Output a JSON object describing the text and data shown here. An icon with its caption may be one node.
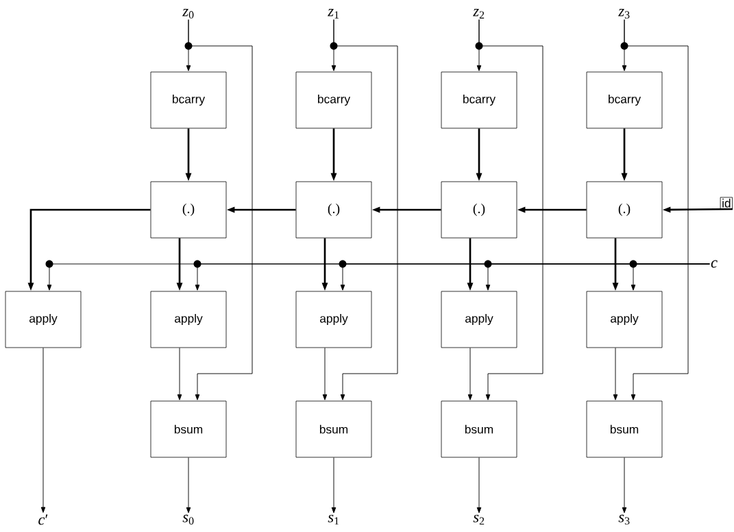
{
  "diagram": {
    "nodes": [
      {
        "text": [
          "*z*$_{0}$"
        ]
      },
      {
        "text": [
          "*z*$_{1}$"
        ]
      },
      {
        "text": [
          "*z*$_{2}$"
        ]
      },
      {
        "text": [
          "*z*$_{3}$"
        ]
      },
      {
        "text": [
          "bcarry"
        ]
      },
      {
        "text": [
          "bcarry"
        ]
      },
      {
        "text": [
          "bcarry"
        ]
      },
      {
        "text": [
          "bcarry"
        ]
      },
      {
        "text": [
          "(.)"
        ]
      },
      {
        "text": [
          "(.)"
        ]
      },
      {
        "text": [
          "(.)"
        ]
      },
      {
        "text": [
          "(.)"
        ]
      },
      {
        "text": [
          "id"
        ]
      },
      {
        "text": [
          "c"
        ]
      },
      {
        "text": [
          "apply"
        ]
      },
      {
        "text": [
          "apply"
        ]
      },
      {
        "text": [
          "apply"
        ]
      },
      {
        "text": [
          "apply"
        ]
      },
      {
        "text": [
          "apply"
        ]
      },
      {
        "text": [
          "bsum"
        ]
      },
      {
        "text": [
          "bsum"
        ]
      },
      {
        "text": [
          "bsum"
        ]
      },
      {
        "text": [
          "bsum"
        ]
      },
      {
        "text": [
          "*c*′"
        ]
      },
      {
        "text": [
          "*s*$_{0}$"
        ]
      },
      {
        "text": [
          "*s*$_{1}$"
        ]
      },
      {
        "text": [
          "*s*$_{2}$"
        ]
      },
      {
        "text": [
          "*s*$_{3}$"
        ]
      }
    ],
    "edges": [
      {
        "from": 0,
        "to": 4,
        "arrow": "to"
      },
      {
        "from": 1,
        "to": 5,
        "arrow": "to"
      },
      {
        "from": 2,
        "to": 6,
        "arrow": "to"
      },
      {
        "from": 3,
        "to": 7,
        "arrow": "to"
      },
      {
        "from": 0,
        "to": 19,
        "arrow": "to"
      },
      {
        "from": 1,
        "to": 20,
        "arrow": "to"
      },
      {
        "from": 2,
        "to": 21,
        "arrow": "to"
      },
      {
        "from": 3,
        "to": 22,
        "arrow": "to"
      },
      {
        "from": 4,
        "to": 8,
        "arrow": "to",
        "style": "thick"
      },
      {
        "from": 5,
        "to": 9,
        "arrow": "to",
        "style": "thick"
      },
      {
        "from": 6,
        "to": 10,
        "arrow": "to",
        "style": "thick"
      },
      {
        "from": 7,
        "to": 11,
        "arrow": "to",
        "style": "thick"
      },
      {
        "from": 12,
        "to": 11,
        "arrow": "to",
        "style": "thick"
      },
      {
        "from": 11,
        "to": 10,
        "arrow": "to",
        "style": "thick"
      },
      {
        "from": 10,
        "to": 9,
        "arrow": "to",
        "style": "thick"
      },
      {
        "from": 9,
        "to": 8,
        "arrow": "to",
        "style": "thick"
      },
      {
        "from": 8,
        "to": 14,
        "arrow": "to",
        "style": "thick"
      },
      {
        "from": 8,
        "to": 15,
        "arrow": "to",
        "style": "thick"
      },
      {
        "from": 9,
        "to": 16,
        "arrow": "to",
        "style": "thick"
      },
      {
        "from": 10,
        "to": 17,
        "arrow": "to",
        "style": "thick"
      },
      {
        "from": 11,
        "to": 18,
        "arrow": "to",
        "style": "thick"
      },
      {
        "from": 13,
        "to": 14,
        "arrow": "to"
      },
      {
        "from": 13,
        "to": 15,
        "arrow": "to"
      },
      {
        "from": 13,
        "to": 16,
        "arrow": "to"
      },
      {
        "from": 13,
        "to": 17,
        "arrow": "to"
      },
      {
        "from": 13,
        "to": 18,
        "arrow": "to"
      },
      {
        "from": 15,
        "to": 19,
        "arrow": "to"
      },
      {
        "from": 16,
        "to": 20,
        "arrow": "to"
      },
      {
        "from": 17,
        "to": 21,
        "arrow": "to"
      },
      {
        "from": 18,
        "to": 22,
        "arrow": "to"
      },
      {
        "from": 14,
        "to": 23,
        "arrow": "to"
      },
      {
        "from": 19,
        "to": 24,
        "arrow": "to"
      },
      {
        "from": 20,
        "to": 25,
        "arrow": "to"
      },
      {
        "from": 21,
        "to": 26,
        "arrow": "to"
      },
      {
        "from": 22,
        "to": 27,
        "arrow": "to"
      }
    ]
  }
}
